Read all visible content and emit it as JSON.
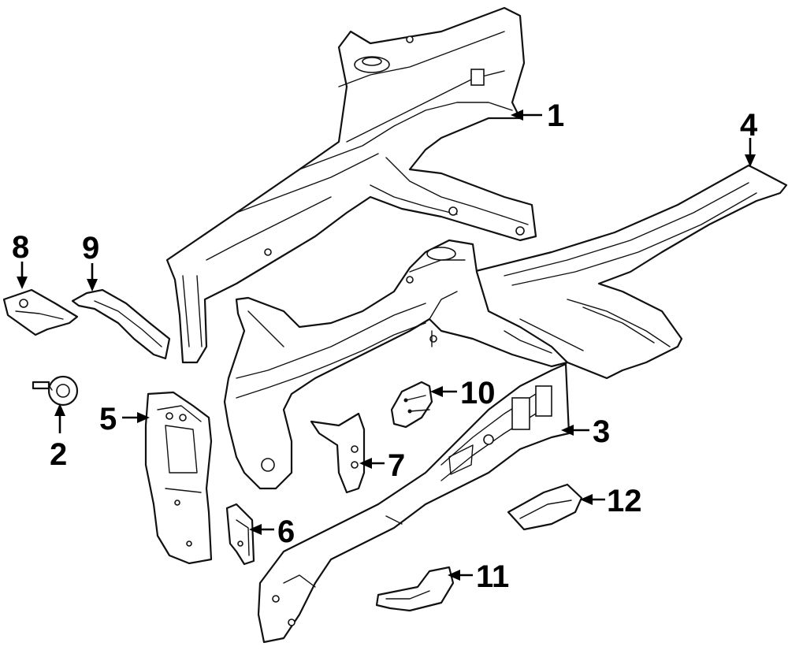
{
  "diagram": {
    "line_color": "#111111",
    "background": "#ffffff",
    "callouts": [
      {
        "id": "c1",
        "label": "1"
      },
      {
        "id": "c2",
        "label": "2"
      },
      {
        "id": "c3",
        "label": "3"
      },
      {
        "id": "c4",
        "label": "4"
      },
      {
        "id": "c5",
        "label": "5"
      },
      {
        "id": "c6",
        "label": "6"
      },
      {
        "id": "c7",
        "label": "7"
      },
      {
        "id": "c8",
        "label": "8"
      },
      {
        "id": "c9",
        "label": "9"
      },
      {
        "id": "c10",
        "label": "10"
      },
      {
        "id": "c11",
        "label": "11"
      },
      {
        "id": "c12",
        "label": "12"
      }
    ]
  }
}
